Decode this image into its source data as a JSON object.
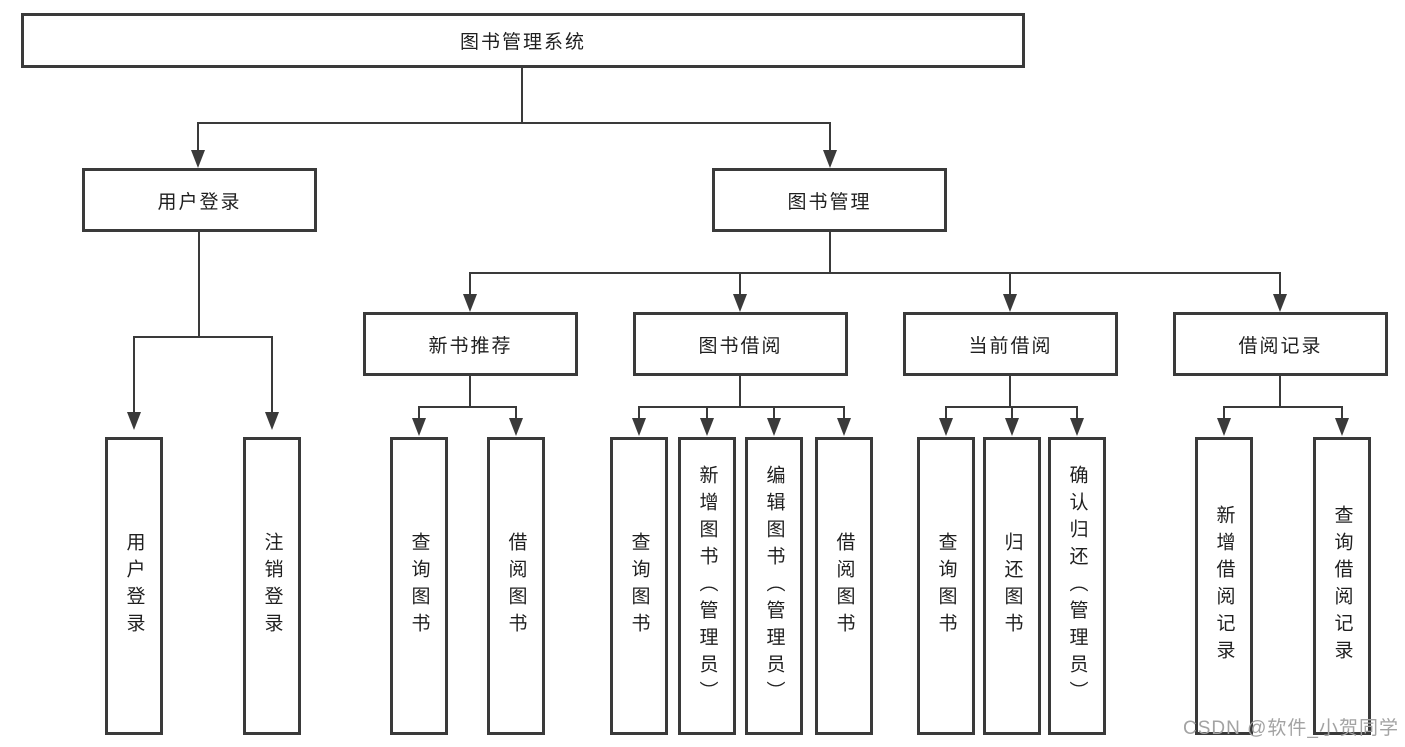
{
  "tree": {
    "root": {
      "label": "图书管理系统"
    },
    "branches": [
      {
        "label": "用户登录",
        "children": [
          "用户登录",
          "注销登录"
        ]
      },
      {
        "label": "图书管理",
        "groups": [
          {
            "label": "新书推荐",
            "children": [
              "查询图书",
              "借阅图书"
            ]
          },
          {
            "label": "图书借阅",
            "children": [
              "查询图书",
              "新增图书（管理员）",
              "编辑图书（管理员）",
              "借阅图书"
            ]
          },
          {
            "label": "当前借阅",
            "children": [
              "查询图书",
              "归还图书",
              "确认归还（管理员）"
            ]
          },
          {
            "label": "借阅记录",
            "children": [
              "新增借阅记录",
              "查询借阅记录"
            ]
          }
        ]
      }
    ]
  },
  "watermark": "CSDN @软件_小贺同学",
  "colors": {
    "line": "#3a3a3a",
    "text": "#1f1f1f",
    "watermark": "#a3a3a3",
    "background": "#ffffff"
  }
}
